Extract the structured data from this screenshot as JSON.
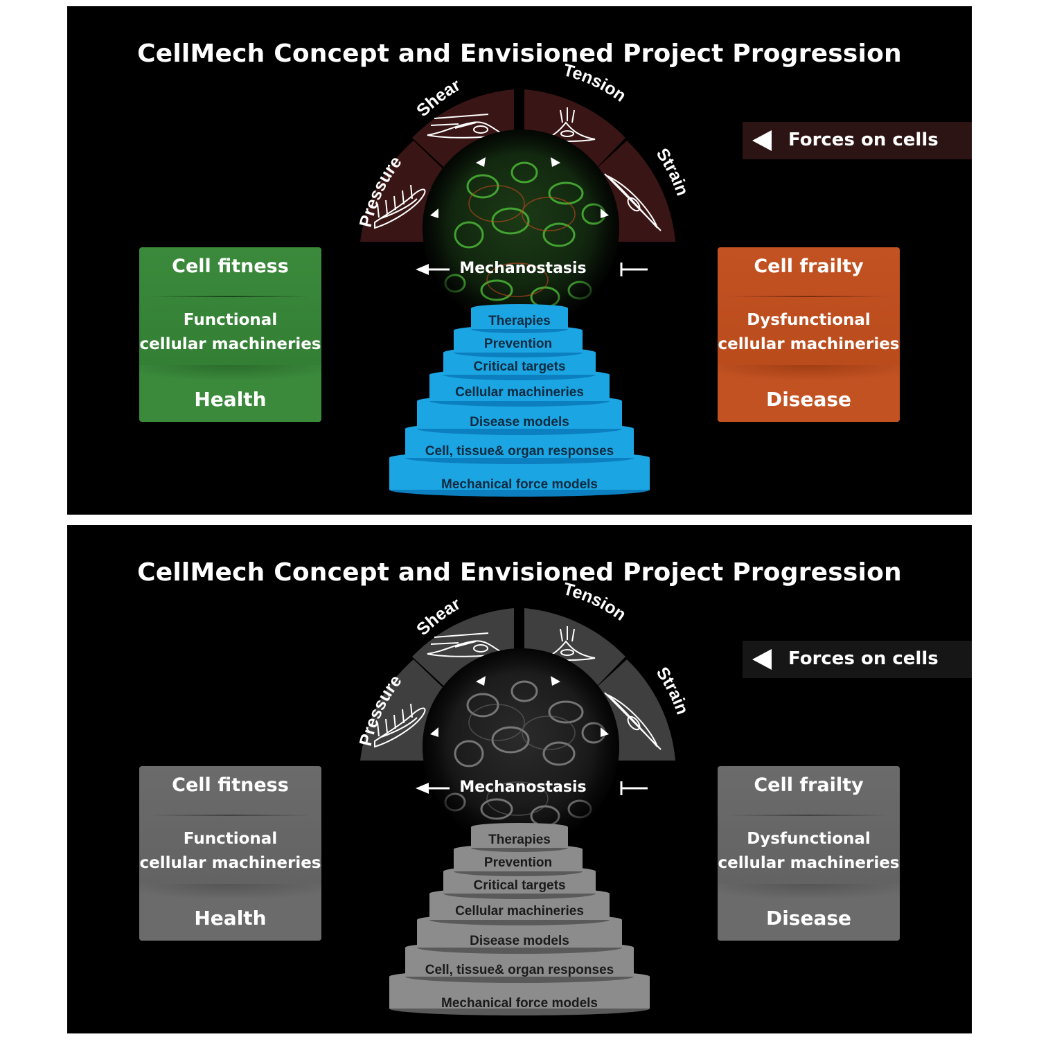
{
  "title": "CellMech Concept and Envisioned Project Progression",
  "forces": [
    "Pressure",
    "Shear",
    "Tension",
    "Strain"
  ],
  "forces_on_cells": "Forces on cells",
  "mechanostasis": "Mechanostasis",
  "fitness": {
    "head": "Cell fitness",
    "body1": "Functional",
    "body2": "cellular machineries",
    "foot": "Health"
  },
  "frailty": {
    "head": "Cell frailty",
    "body1": "Dysfunctional",
    "body2": "cellular machineries",
    "foot": "Disease"
  },
  "pyramid": [
    "Therapies",
    "Prevention",
    "Critical targets",
    "Cellular machineries",
    "Disease models",
    "Cell, tissue& organ responses",
    "Mechanical force models"
  ],
  "colors": {
    "segment_color": "#3a1515",
    "segment_gray": "#3f3f3f",
    "step_color": "#1ba6e3",
    "step_color_dark": "#0b7fbf",
    "step_gray": "#8c8c8c",
    "step_gray_dark": "#5a5a5a",
    "fitness": "#3b8a3c",
    "frailty": "#c35222",
    "gray_box": "#666666"
  }
}
